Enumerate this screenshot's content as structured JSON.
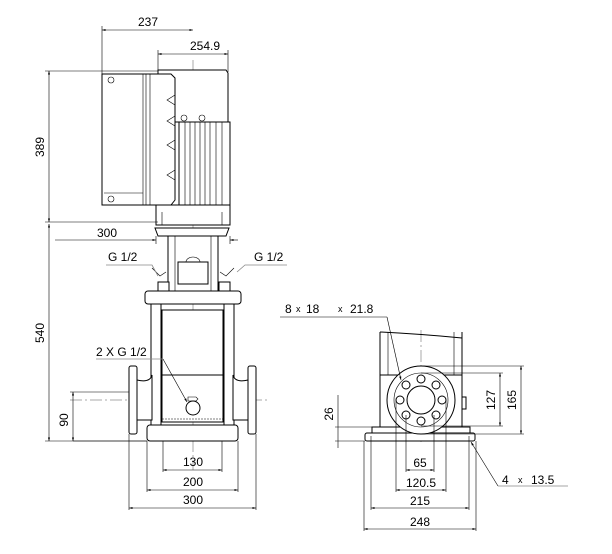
{
  "front_view": {
    "dim_width_controlbox": "237",
    "dim_width_motor": "254.9",
    "dim_height_motor": "389",
    "dim_height_pump": "540",
    "dim_width_motor_total": "300",
    "dim_port_height": "90",
    "dim_base_130": "130",
    "dim_base_200": "200",
    "dim_flange_300": "300",
    "label_vent_left": "G 1/2",
    "label_vent_right": "G 1/2",
    "label_drain": "2 X G 1/2"
  },
  "side_view": {
    "label_bolts_count": "8",
    "label_bolts_x1": "x",
    "label_bolts_d": "18",
    "label_bolts_x2": "x",
    "label_bolts_d2": "21.8",
    "dim_127": "127",
    "dim_165": "165",
    "dim_26": "26",
    "dim_65": "65",
    "dim_120_5": "120.5",
    "dim_215": "215",
    "dim_248": "248",
    "label_holes_count": "4",
    "label_holes_x": "x",
    "label_holes_d": "13.5"
  }
}
